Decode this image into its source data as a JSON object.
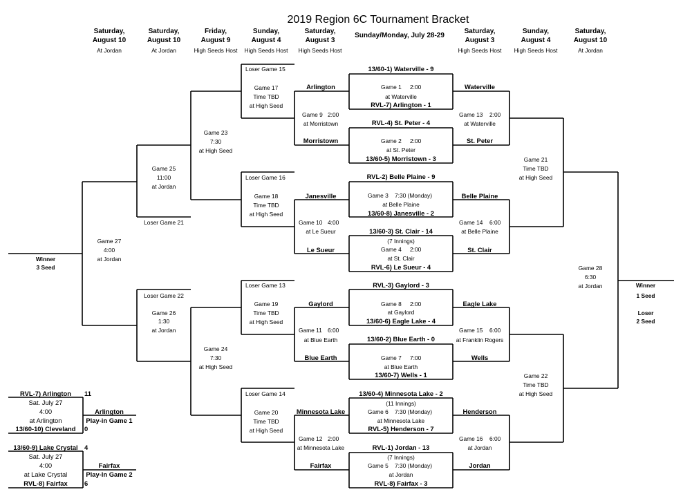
{
  "title": "2019 Region 6C Tournament Bracket",
  "headers": [
    {
      "day": "Saturday,",
      "date": "August 10",
      "where": "At Jordan"
    },
    {
      "day": "Saturday,",
      "date": "August 10",
      "where": "At Jordan"
    },
    {
      "day": "Friday,",
      "date": "August 9",
      "where": "High Seeds Host"
    },
    {
      "day": "Sunday,",
      "date": "August 4",
      "where": "High Seeds Host"
    },
    {
      "day": "Saturday,",
      "date": "August 3",
      "where": "High Seeds Host"
    },
    {
      "day": "Sunday/Monday, July 28-29",
      "date": "",
      "where": ""
    },
    {
      "day": "Saturday,",
      "date": "August 3",
      "where": "High Seeds Host"
    },
    {
      "day": "Sunday,",
      "date": "August 4",
      "where": "High Seeds Host"
    },
    {
      "day": "Saturday,",
      "date": "August 10",
      "where": "At Jordan"
    }
  ],
  "first_round": [
    {
      "top": "13/60-1) Waterville - 9",
      "game": "Game 1",
      "time": "2:00",
      "at": "at Waterville",
      "bottom": "RVL-7) Arlington - 1",
      "note": ""
    },
    {
      "top": "RVL-4) St. Peter - 4",
      "game": "Game 2",
      "time": "2:00",
      "at": "at St. Peter",
      "bottom": "13/60-5) Morristown - 3",
      "note": ""
    },
    {
      "top": "RVL-2) Belle Plaine - 9",
      "game": "Game 3",
      "time": "7:30 (Monday)",
      "at": "at Belle Plaine",
      "bottom": "13/60-8) Janesville - 2",
      "note": ""
    },
    {
      "top": "13/60-3) St. Clair - 14",
      "game": "Game 4",
      "time": "2:00",
      "at": "at St. Clair",
      "bottom": "RVL-6) Le Sueur - 4",
      "note": "(7 Innings)"
    },
    {
      "top": "RVL-3) Gaylord - 3",
      "game": "Game 8",
      "time": "2:00",
      "at": "at Gaylord",
      "bottom": "13/60-6) Eagle Lake - 4",
      "note": ""
    },
    {
      "top": "13/60-2) Blue Earth - 0",
      "game": "Game 7",
      "time": "7:00",
      "at": "at Blue Earth",
      "bottom": "13/60-7) Wells - 1",
      "note": ""
    },
    {
      "top": "13/60-4) Minnesota Lake - 2",
      "game": "Game 6",
      "time": "7:30 (Monday)",
      "at": "at Minnesota Lake",
      "bottom": "RVL-5) Henderson - 7",
      "note": "(11 Innings)"
    },
    {
      "top": "RVL-1) Jordan - 13",
      "game": "Game 5",
      "time": "7:30 (Monday)",
      "at": "at Jordan",
      "bottom": "RVL-8) Fairfax - 3",
      "note": "(7 Innings)"
    }
  ],
  "losers_round1": [
    {
      "top": "Arlington",
      "bottom": "Morristown",
      "game": "Game 9",
      "time": "2:00",
      "at": "at Morristown"
    },
    {
      "top": "Janesville",
      "bottom": "Le Sueur",
      "game": "Game 10",
      "time": "4:00",
      "at": "at Le Sueur"
    },
    {
      "top": "Gaylord",
      "bottom": "Blue Earth",
      "game": "Game 11",
      "time": "6:00",
      "at": "at Blue Earth"
    },
    {
      "top": "Minnesota Lake",
      "bottom": "Fairfax",
      "game": "Game 12",
      "time": "2:00",
      "at": "at Minnesota Lake"
    }
  ],
  "winners_round2": [
    {
      "top": "Waterville",
      "bottom": "St. Peter",
      "game": "Game 13",
      "time": "2:00",
      "at": "at Waterville"
    },
    {
      "top": "Belle Plaine",
      "bottom": "St. Clair",
      "game": "Game 14",
      "time": "6:00",
      "at": "at Belle Plaine"
    },
    {
      "top": "Eagle Lake",
      "bottom": "Wells",
      "game": "Game 15",
      "time": "6:00",
      "at": "at Franklin Rogers"
    },
    {
      "top": "Henderson",
      "bottom": "Jordan",
      "game": "Game 16",
      "time": "6:00",
      "at": "at Jordan"
    }
  ],
  "losers_round2": [
    {
      "loser": "Loser Game 15",
      "game": "Game 17",
      "time": "Time TBD",
      "at": "at High Seed"
    },
    {
      "loser": "Loser Game 16",
      "game": "Game 18",
      "time": "Time TBD",
      "at": "at High Seed"
    },
    {
      "loser": "Loser Game 13",
      "game": "Game 19",
      "time": "Time TBD",
      "at": "at High Seed"
    },
    {
      "loser": "Loser Game 14",
      "game": "Game 20",
      "time": "Time TBD",
      "at": "at High Seed"
    }
  ],
  "game23": {
    "game": "Game 23",
    "time": "7:30",
    "at": "at High Seed"
  },
  "game24": {
    "game": "Game 24",
    "time": "7:30",
    "at": "at High Seed"
  },
  "game25": {
    "game": "Game 25",
    "time": "11:00",
    "at": "at Jordan",
    "loser": "Loser Game 21"
  },
  "game26": {
    "loser": "Loser Game 22",
    "game": "Game 26",
    "time": "1:30",
    "at": "at Jordan"
  },
  "game27": {
    "game": "Game 27",
    "time": "4:00",
    "at": "at Jordan"
  },
  "winner3": {
    "label": "Winner",
    "seed": "3 Seed"
  },
  "game21": {
    "game": "Game 21",
    "time": "Time TBD",
    "at": "at High Seed"
  },
  "game22": {
    "game": "Game 22",
    "time": "Time TBD",
    "at": "at High Seed"
  },
  "game28": {
    "game": "Game 28",
    "time": "6:30",
    "at": "at Jordan"
  },
  "final": {
    "winner": "Winner",
    "winner_seed": "1 Seed",
    "loser": "Loser",
    "loser_seed": "2 Seed"
  },
  "playin1": {
    "team1": "RVL-7) Arlington",
    "score1": "11",
    "date": "Sat. July 27",
    "time": "4:00",
    "at": "at Arlington",
    "team2": "13/60-10) Cleveland",
    "score2": "0",
    "winner": "Arlington",
    "label": "Play-in Game 1"
  },
  "playin2": {
    "team1": "13/60-9) Lake Crystal",
    "score1": "4",
    "date": "Sat. July 27",
    "time": "4:00",
    "at": "at Lake Crystal",
    "team2": "RVL-8) Fairfax",
    "score2": "6",
    "winner": "Fairfax",
    "label": "Play-In Game 2"
  }
}
